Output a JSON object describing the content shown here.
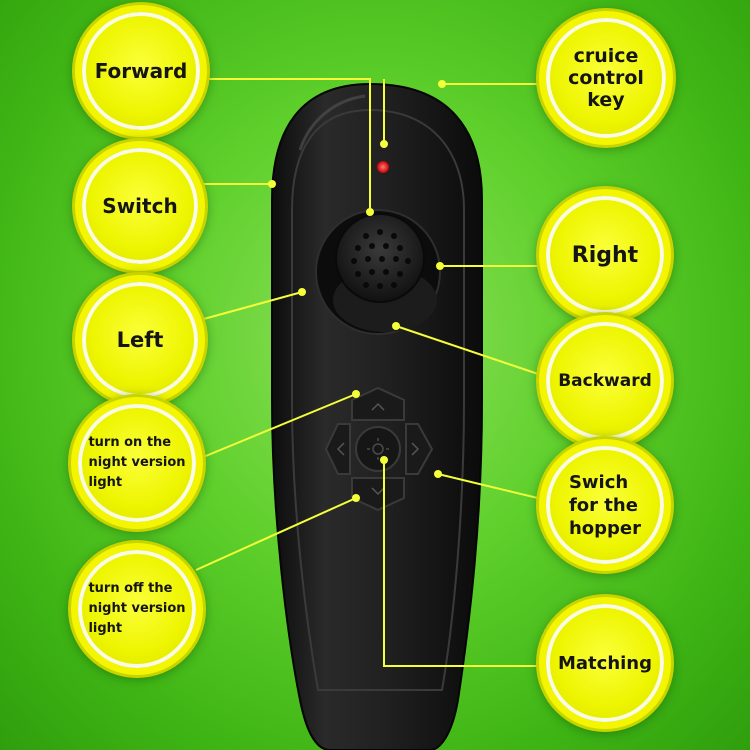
{
  "colors": {
    "background": "#4cc21e",
    "callout_fill": "#f0f700",
    "callout_ring": "#f5f8c8",
    "leader_line": "#f4ff3a",
    "remote_body": "#1e1e1e",
    "led": "#ff2a2a"
  },
  "callouts": {
    "forward": "Forward",
    "cruise": "cruice\ncontrol\nkey",
    "switch": "Switch",
    "right": "Right",
    "left": "Left",
    "backward": "Backward",
    "night_on": "turn on the\nnight version\nlight",
    "hopper": "Swich\nfor the\nhopper",
    "night_off": "turn off the\nnight version\nlight",
    "matching": "Matching"
  }
}
